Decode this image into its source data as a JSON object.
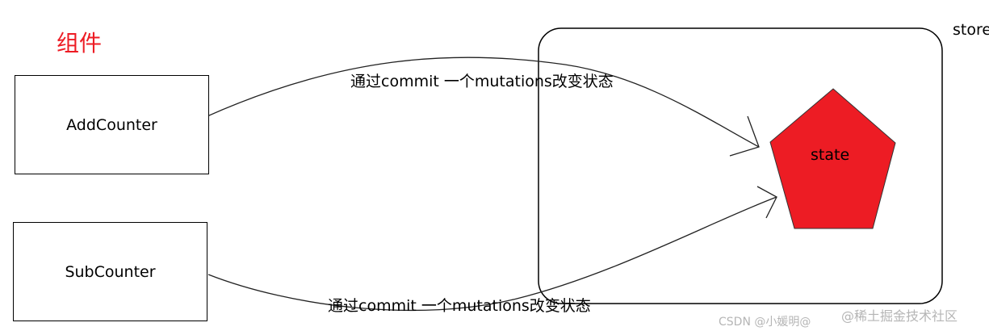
{
  "components_label": "组件",
  "store_label": "store",
  "components": [
    {
      "label": "AddCounter"
    },
    {
      "label": "SubCounter"
    }
  ],
  "state": {
    "label": "state",
    "fill": "#ed1c24"
  },
  "edges": [
    {
      "from": "AddCounter",
      "to": "state",
      "label": "通过commit 一个mutations改变状态"
    },
    {
      "from": "SubCounter",
      "to": "state",
      "label": "通过commit 一个mutations改变状态"
    }
  ],
  "watermark": [
    "@稀土掘金技术社区",
    "CSDN @小媛明@"
  ],
  "colors": {
    "title": "#ed1c24",
    "state_fill": "#ed1c24",
    "line": "#000000"
  }
}
